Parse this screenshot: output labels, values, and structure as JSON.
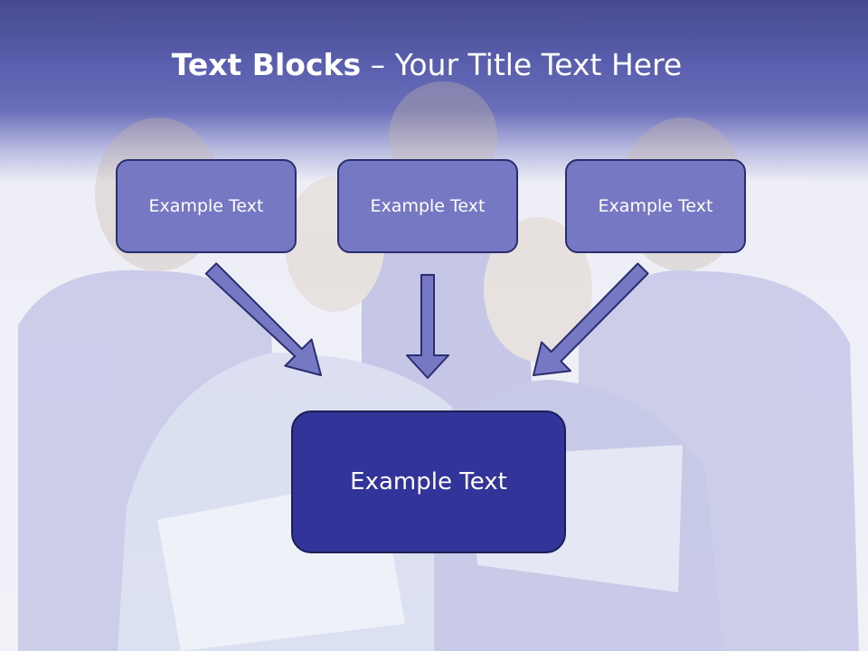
{
  "slide": {
    "title_bold": "Text Blocks",
    "title_dash": " – ",
    "title_rest": "Your Title Text Here"
  },
  "diagram": {
    "top_blocks": [
      {
        "label": "Example Text"
      },
      {
        "label": "Example Text"
      },
      {
        "label": "Example Text"
      }
    ],
    "center_block": {
      "label": "Example Text"
    }
  },
  "colors": {
    "header": "#5a5fae",
    "top_block_fill": "#7678c4",
    "center_block_fill": "#32349a",
    "arrow_fill": "#7678c4",
    "arrow_stroke": "#2a2d6e"
  }
}
